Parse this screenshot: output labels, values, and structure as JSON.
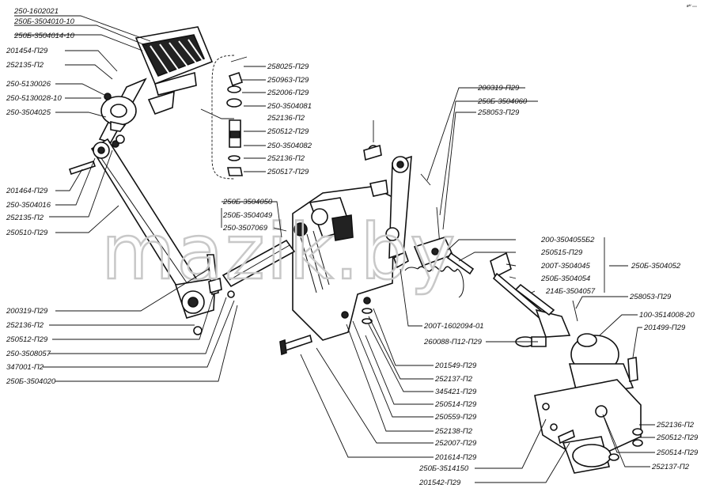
{
  "corner_note": "ʙᴹ ₙₙₙ",
  "watermark": "mazik.by",
  "labels": {
    "l_250_1602021": "250-1602021",
    "l_250b_3504010_10": "250Б-3504010-10",
    "l_250b_3504014_10": "250Б-3504014-10",
    "l_201454_p29": "201454-П29",
    "l_252135_p2_top": "252135-П2",
    "l_250_5130026": "250-5130026",
    "l_250_5130028_10": "250-5130028-10",
    "l_250_3504025": "250-3504025",
    "l_201464_p29": "201464-П29",
    "l_250_3504016": "250-3504016",
    "l_252135_p2_mid": "252135-П2",
    "l_250510_p29": "250510-П29",
    "l_200319_p29_left": "200319-П29",
    "l_252136_p2_left": "252136-П2",
    "l_250512_p29_left": "250512-П29",
    "l_250_3508057": "250-3508057",
    "l_347001_p2": "347001-П2",
    "l_250b_3504020": "250Б-3504020",
    "l_258025_p29": "258025-П29",
    "l_250963_p29": "250963-П29",
    "l_252006_p29": "252006-П29",
    "l_250_3504081": "250-3504081",
    "l_252136_p2_box": "252136-П2",
    "l_250512_p29_box": "250512-П29",
    "l_250_3504082": "250-3504082",
    "l_252136_p2_box2": "252136-П2",
    "l_250517_p29": "250517-П29",
    "l_250b_3504050": "250Б-3504050",
    "l_250b_3504049": "250Б-3504049",
    "l_250_3507069": "250-3507069",
    "l_200319_p29_right": "200319-П29",
    "l_250b_3504060": "250Б-3504060",
    "l_258053_p29_top": "258053-П29",
    "l_200_3504055b2": "200-3504055Б2",
    "l_250515_p29": "250515-П29",
    "l_200t_3504045": "200Т-3504045",
    "l_250b_3504052": "250Б-3504052",
    "l_250b_3504054": "250Б-3504054",
    "l_214b_3504057": "214Б-3504057",
    "l_258053_p29_right": "258053-П29",
    "l_200t_1602094_01": "200Т-1602094-01",
    "l_100_3514008_20": "100-3514008-20",
    "l_201499_p29": "201499-П29",
    "l_260088_p12_p29": "260088-П12-П29",
    "l_201549_p29": "201549-П29",
    "l_252137_p2_mid": "252137-П2",
    "l_345421_p29": "345421-П29",
    "l_250514_p29_mid": "250514-П29",
    "l_250559_p29": "250559-П29",
    "l_252138_p2": "252138-П2",
    "l_252007_p29": "252007-П29",
    "l_201614_p29": "201614-П29",
    "l_250b_3514150": "250Б-3514150",
    "l_201542_p29": "201542-П29",
    "l_252136_p2_br": "252136-П2",
    "l_250512_p29_br": "250512-П29",
    "l_250514_p29_br": "250514-П29",
    "l_252137_p2_br": "252137-П2"
  }
}
